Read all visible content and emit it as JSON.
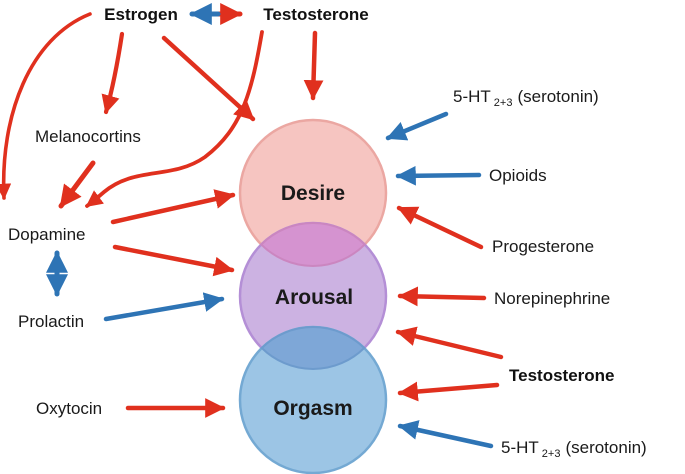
{
  "phases": {
    "desire": "Desire",
    "arousal": "Arousal",
    "orgasm": "Orgasm"
  },
  "modulators": {
    "estrogen": "Estrogen",
    "testosterone_top": "Testosterone",
    "melanocortins": "Melanocortins",
    "dopamine": "Dopamine",
    "prolactin": "Prolactin",
    "oxytocin": "Oxytocin",
    "serotonin_top_pre": "5-HT",
    "serotonin_top_sub": "2+3",
    "serotonin_top_post": "(serotonin)",
    "opioids": "Opioids",
    "progesterone": "Progesterone",
    "norepinephrine": "Norepinephrine",
    "testosterone_right": "Testosterone",
    "serotonin_bottom_pre": "5-HT",
    "serotonin_bottom_sub": "2+3",
    "serotonin_bottom_post": "(serotonin)"
  },
  "colors": {
    "stimulatory_arrow_red": "#e0301e",
    "inhibitory_arrow_blue": "#2e74b5",
    "desire_fill": "#f6c5c1",
    "desire_stroke": "#eba7a2",
    "arousal_fill": "#ccb2e2",
    "arousal_stroke": "#b48fd6",
    "orgasm_fill": "#9cc5e5",
    "orgasm_stroke": "#74a9d3",
    "desire_arousal_overlap": "#d593d0",
    "arousal_orgasm_overlap": "#7ea7d7",
    "label_text": "#1a1a1a"
  },
  "relations": [
    {
      "from": "Estrogen",
      "to": "Testosterone",
      "arrow": "red-blue",
      "bidirectional": true
    },
    {
      "from": "Estrogen",
      "to": "Melanocortins",
      "arrow": "red"
    },
    {
      "from": "Estrogen",
      "to": "Desire",
      "arrow": "red"
    },
    {
      "from": "Estrogen",
      "to": "Dopamine",
      "arrow": "red"
    },
    {
      "from": "Testosterone",
      "to": "Desire",
      "arrow": "red"
    },
    {
      "from": "Testosterone",
      "to": "Dopamine",
      "arrow": "red"
    },
    {
      "from": "Melanocortins",
      "to": "Dopamine",
      "arrow": "red"
    },
    {
      "from": "Dopamine",
      "to": "Prolactin",
      "arrow": "blue",
      "bidirectional": true
    },
    {
      "from": "Dopamine",
      "to": "Desire",
      "arrow": "red"
    },
    {
      "from": "Dopamine",
      "to": "Arousal",
      "arrow": "red"
    },
    {
      "from": "Prolactin",
      "to": "Arousal",
      "arrow": "blue"
    },
    {
      "from": "Oxytocin",
      "to": "Orgasm",
      "arrow": "red"
    },
    {
      "from": "5-HT 2+3 (serotonin)",
      "to": "Desire",
      "arrow": "blue"
    },
    {
      "from": "Opioids",
      "to": "Desire",
      "arrow": "blue"
    },
    {
      "from": "Progesterone",
      "to": "Desire",
      "arrow": "red"
    },
    {
      "from": "Norepinephrine",
      "to": "Arousal",
      "arrow": "red"
    },
    {
      "from": "Testosterone (right)",
      "to": "Arousal",
      "arrow": "red"
    },
    {
      "from": "Testosterone (right)",
      "to": "Orgasm",
      "arrow": "red"
    },
    {
      "from": "5-HT 2+3 (serotonin)",
      "to": "Orgasm",
      "arrow": "blue"
    }
  ]
}
